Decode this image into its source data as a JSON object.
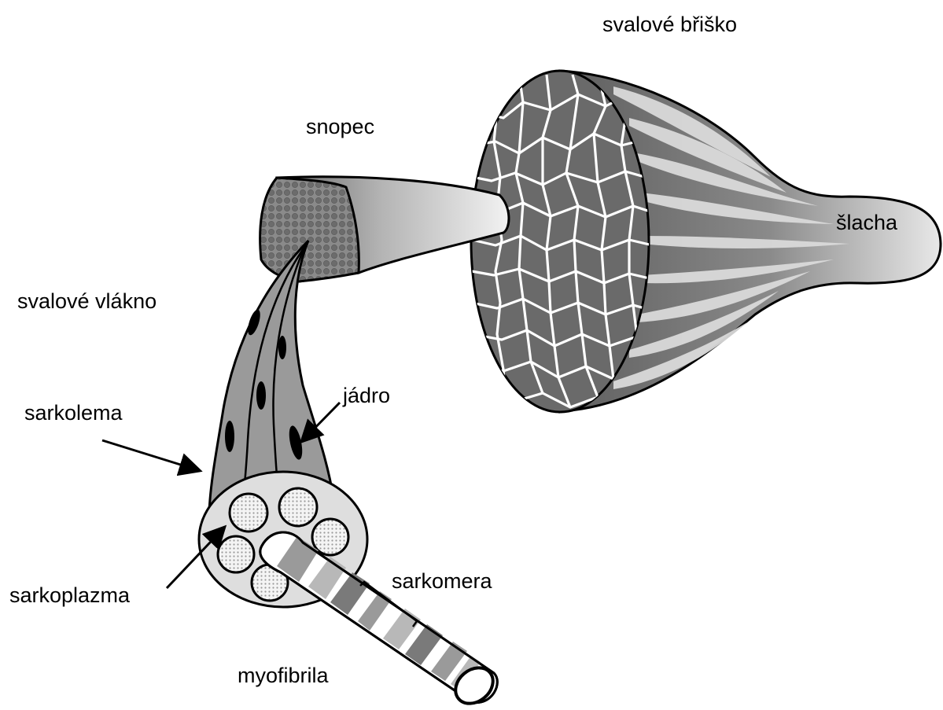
{
  "labels": {
    "muscle_belly": "svalové břiško",
    "fascicle": "snopec",
    "tendon": "šlacha",
    "muscle_fiber": "svalové vlákno",
    "nucleus": "jádro",
    "sarcolemma": "sarkolema",
    "sarcomere": "sarkomera",
    "sarcoplasm": "sarkoplazma",
    "myofibril": "myofibrila"
  },
  "colors": {
    "outline": "#000000",
    "dark_gray": "#6e6e6e",
    "mid_gray": "#8c8c8c",
    "light_gray": "#c8c8c8",
    "pale_gray": "#dcdcdc",
    "white": "#ffffff"
  }
}
